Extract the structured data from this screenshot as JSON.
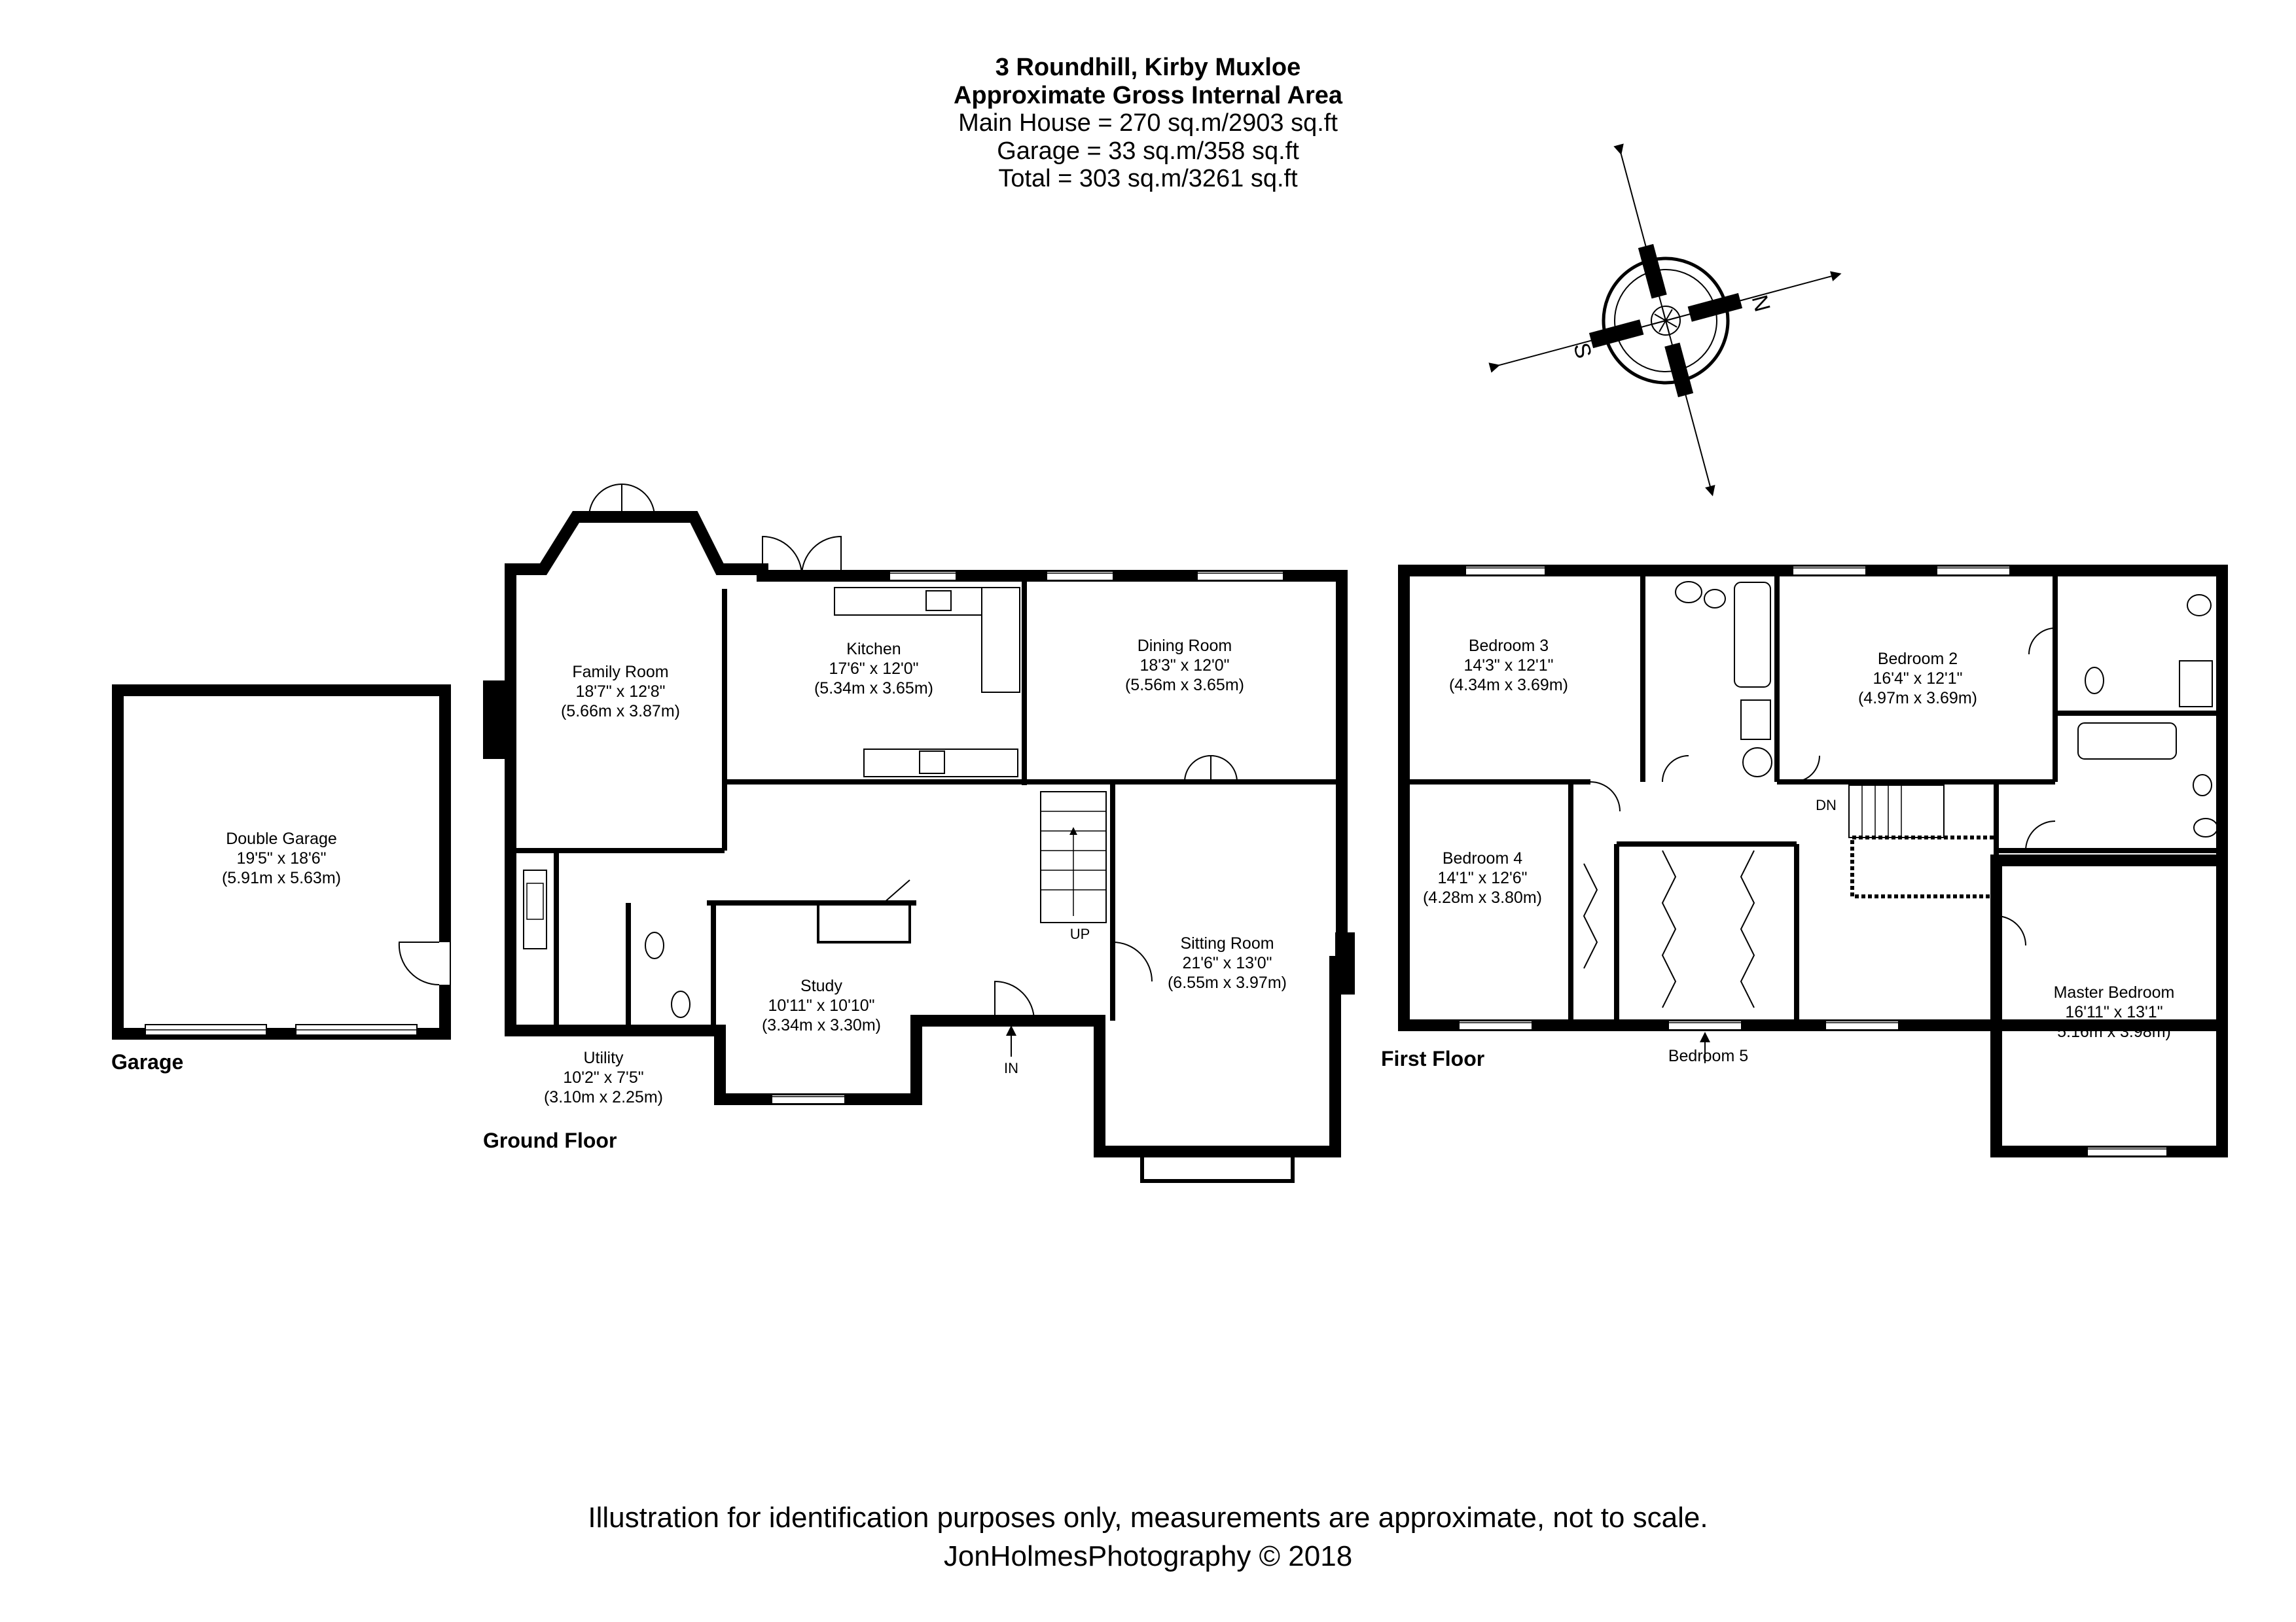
{
  "header": {
    "title": "3 Roundhill, Kirby Muxloe",
    "subtitle": "Approximate Gross Internal Area",
    "main_house": "Main House = 270 sq.m/2903 sq.ft",
    "garage": "Garage = 33 sq.m/358 sq.ft",
    "total": "Total = 303 sq.m/3261 sq.ft"
  },
  "compass": {
    "north": "N",
    "south": "S"
  },
  "plans": {
    "garage_label": "Garage",
    "ground_floor_label": "Ground Floor",
    "first_floor_label": "First Floor"
  },
  "rooms": {
    "double_garage": {
      "name": "Double Garage",
      "imperial": "19'5\" x 18'6\"",
      "metric": "(5.91m x 5.63m)"
    },
    "family_room": {
      "name": "Family Room",
      "imperial": "18'7\" x 12'8\"",
      "metric": "(5.66m x 3.87m)"
    },
    "kitchen": {
      "name": "Kitchen",
      "imperial": "17'6\" x 12'0\"",
      "metric": "(5.34m x 3.65m)"
    },
    "dining_room": {
      "name": "Dining Room",
      "imperial": "18'3\" x 12'0\"",
      "metric": "(5.56m x 3.65m)"
    },
    "sitting_room": {
      "name": "Sitting Room",
      "imperial": "21'6\" x 13'0\"",
      "metric": "(6.55m x 3.97m)"
    },
    "study": {
      "name": "Study",
      "imperial": "10'11\" x 10'10\"",
      "metric": "(3.34m x 3.30m)"
    },
    "utility": {
      "name": "Utility",
      "imperial": "10'2\" x 7'5\"",
      "metric": "(3.10m x 2.25m)"
    },
    "bedroom_3": {
      "name": "Bedroom 3",
      "imperial": "14'3\" x 12'1\"",
      "metric": "(4.34m x 3.69m)"
    },
    "bedroom_2": {
      "name": "Bedroom 2",
      "imperial": "16'4\" x 12'1\"",
      "metric": "(4.97m x 3.69m)"
    },
    "bedroom_4": {
      "name": "Bedroom 4",
      "imperial": "14'1\" x 12'6\"",
      "metric": "(4.28m x 3.80m)"
    },
    "bedroom_5": {
      "name": "Bedroom 5"
    },
    "master_bedroom": {
      "name": "Master Bedroom",
      "imperial": "16'11\" x 13'1\"",
      "metric": "5.16m x 3.98m)"
    }
  },
  "markers": {
    "up": "UP",
    "down": "DN",
    "entrance": "IN"
  },
  "footer": {
    "disclaimer": "Illustration for identification purposes only, measurements are approximate, not to scale.",
    "credit": "JonHolmesPhotography © 2018"
  }
}
